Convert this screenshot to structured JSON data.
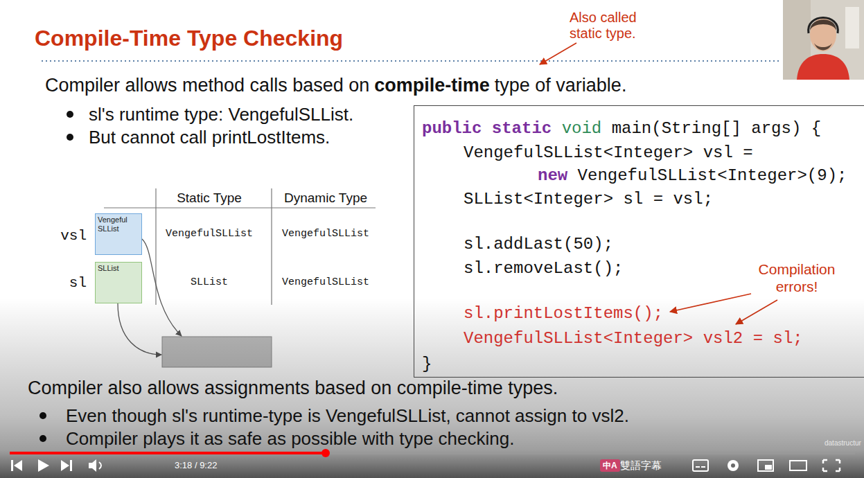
{
  "diagram": {
    "title": "Compile-Time Type Checking",
    "nodes": [
      {
        "text": [
          "public static",
          "void",
          "main(String[] args) {",
          "VengefulSLList<Integer> vsl =",
          "new",
          "VengefulSLList<Integer>(9);",
          "SLList<Integer> sl = vsl;",
          "sl.addLast(50);",
          "sl.removeLast();",
          "sl.printLostItems();",
          "VengefulSLList<Integer> vsl2 = sl;",
          "}"
        ]
      },
      {
        "text": [
          "Vengeful SLList"
        ]
      },
      {
        "text": [
          "SLList"
        ]
      },
      {
        "text": [
          "中A"
        ]
      }
    ],
    "labels": [
      "Also called static type.",
      "Compiler allows method calls based on",
      "compile-time",
      "type of variable.",
      "sl's runtime type: VengefulSLList.",
      "But cannot call printLostItems.",
      "Static Type",
      "Dynamic Type",
      "vsl",
      "VengefulSLList",
      "VengefulSLList",
      "sl",
      "SLList",
      "VengefulSLList",
      "Compilation errors!",
      "Compiler also allows assignments based on compile-time types.",
      "Even though sl's runtime-type is VengefulSLList, cannot assign to vsl2.",
      "Compiler plays it as safe as possible with type checking.",
      "3:18 / 9:22",
      "雙語字幕",
      "datastructur"
    ]
  }
}
